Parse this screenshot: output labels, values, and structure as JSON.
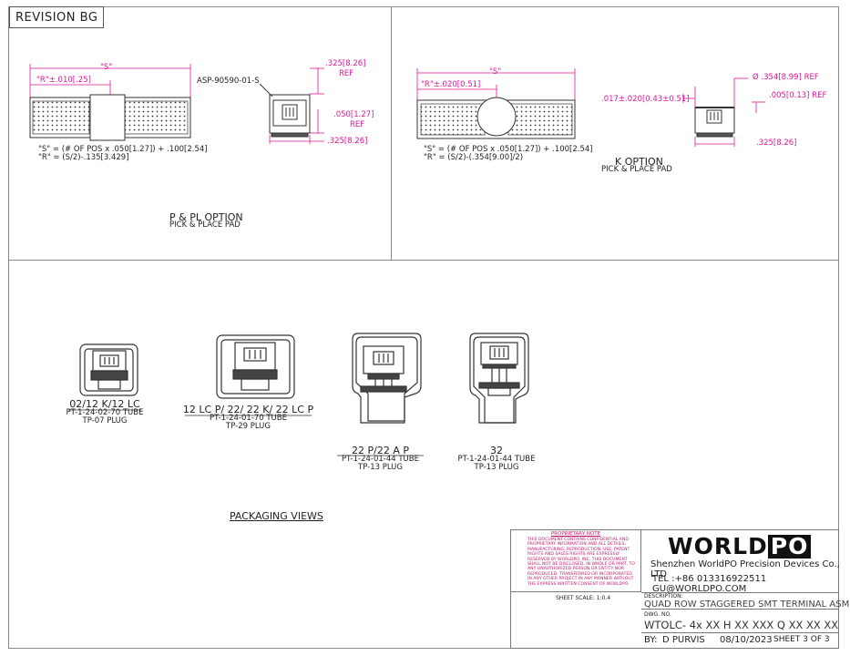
{
  "revision": "REVISION BG",
  "pp_option": {
    "s_label": "\"S\"",
    "r_label": "\"R\"±.010[.25]",
    "part_ref": "ASP-90590-01-S",
    "dim_325_top": ".325[8.26]",
    "ref1": "REF",
    "dim_050": ".050[1.27]",
    "ref2": "REF",
    "dim_325_bot": ".325[8.26]",
    "formula_s": "\"S\" = (# OF POS x .050[1.27]) + .100[2.54]",
    "formula_r": "\"R\" = (S/2)-.135[3.429]",
    "title": "P & PL OPTION",
    "subtitle": "PICK & PLACE PAD"
  },
  "k_option": {
    "s_label": "\"S\"",
    "r_label": "\"R\"±.020[0.51]",
    "dim_017": ".017±.020[0.43±0.51]",
    "dim_354": "Ø .354[8.99] REF",
    "dim_005": ".005[0.13] REF",
    "dim_325": ".325[8.26]",
    "formula_s": "\"S\" = (# OF POS x .050[1.27]) + .100[2.54]",
    "formula_r": "\"R\" = (S/2)-(.354[9.00]/2)",
    "title": "K OPTION",
    "subtitle": "PICK & PLACE PAD"
  },
  "packaging": {
    "title": "PACKAGING VIEWS",
    "views": [
      {
        "name": "02/12 K/12 LC",
        "tube": "PT-1-24-02-70 TUBE",
        "plug": "TP-07 PLUG"
      },
      {
        "name": "12 LC P/ 22/ 22 K/ 22 LC P",
        "tube": "PT-1-24-01-70 TUBE",
        "plug": "TP-29 PLUG"
      },
      {
        "name": "22 P/22 A P",
        "tube": "PT-1-24-01-44 TUBE",
        "plug": "TP-13 PLUG"
      },
      {
        "name": "32",
        "tube": "PT-1-24-01-44 TUBE",
        "plug": "TP-13 PLUG"
      }
    ]
  },
  "title_block": {
    "proprietary_title": "PROPRIETARY NOTE",
    "proprietary_text": "THIS DOCUMENT CONTAINS CONFIDENTIAL AND PROPRIETARY INFORMATION AND ALL DETAILS, MANUFACTURING, REPRODUCTION, USE, PATENT RIGHTS AND SALES RIGHTS ARE EXPRESSLY RESERVED BY WORLDPO, INC. THIS DOCUMENT SHALL NOT BE DISCLOSED, IN WHOLE OR PART, TO ANY UNAUTHORIZED PERSON OR ENTITY NOR REPRODUCED, TRANSFERRED OR INCORPORATED IN ANY OTHER PROJECT IN ANY MANNER WITHOUT THE EXPRESS WRITTEN CONSENT OF WORLDPO.",
    "logo_left": "WORLD",
    "logo_right": "PO",
    "company": "Shenzhen WorldPO Precision Devices Co., LTD",
    "contact": "TEL :+86 013316922511  GU@WORLDPO.COM",
    "sheet_scale": "SHEET SCALE: 1:0.4",
    "description_label": "DESCRIPTION:",
    "description": "QUAD ROW STAGGERED SMT TERMINAL ASM",
    "dwg_label": "DWG. NO.",
    "dwg_no": "WTOLC- 4x XX H XX XXX Q XX XX XX",
    "by_label": "BY:",
    "by": "D PURVIS",
    "date": "08/10/2023",
    "sheet": "SHEET 3 OF 3"
  }
}
